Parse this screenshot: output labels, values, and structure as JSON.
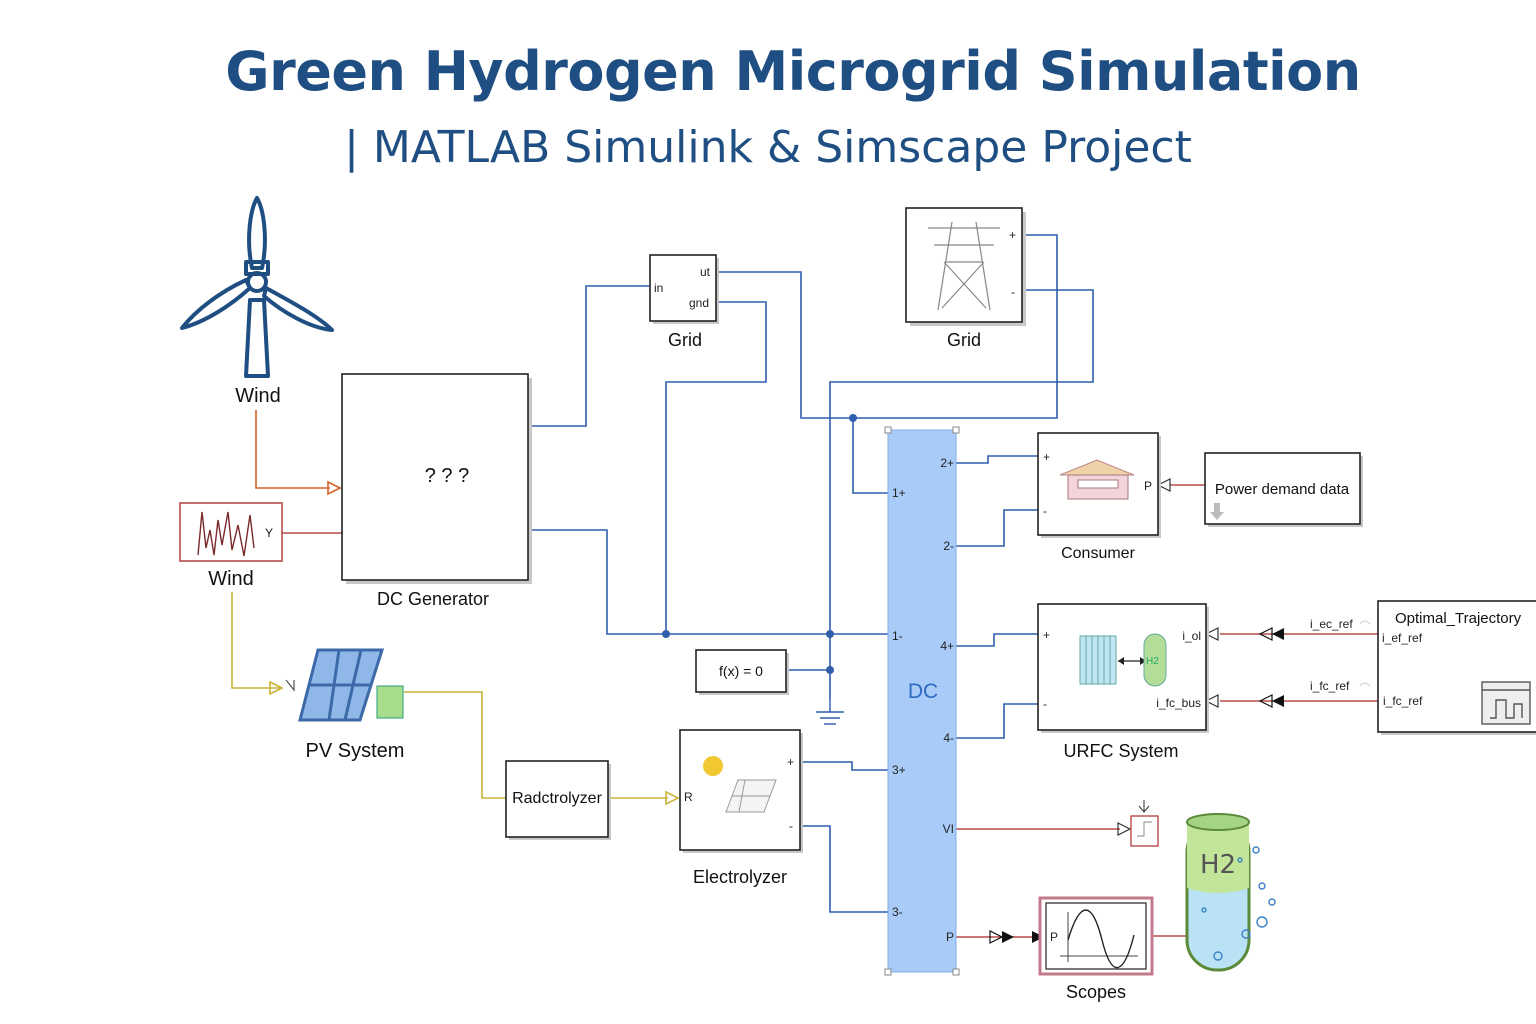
{
  "header": {
    "title": "Green Hydrogen Microgrid Simulation",
    "subtitle": "| MATLAB Simulink & Simscape Project"
  },
  "blocks": {
    "wind_turbine": {
      "label": "Wind"
    },
    "wind_source": {
      "label": "Wind",
      "port_y": "Y"
    },
    "dc_generator": {
      "label": "DC Generator",
      "content": "? ? ?"
    },
    "grid_small": {
      "label": "Grid",
      "port_in": "in",
      "port_out": "ut",
      "port_gnd": "gnd"
    },
    "grid_tower": {
      "label": "Grid",
      "port_plus": "+",
      "port_minus": "-"
    },
    "consumer": {
      "label": "Consumer",
      "port_plus": "+",
      "port_minus": "-",
      "port_p": "P"
    },
    "power_demand": {
      "label": "Power demand data"
    },
    "dc_bus": {
      "label": "DC",
      "ports": [
        "1+",
        "1-",
        "2+",
        "2-",
        "3+",
        "3-",
        "4+",
        "4-",
        "VI",
        "P"
      ]
    },
    "solver": {
      "label": "f(x) = 0"
    },
    "pv_system": {
      "label": "PV System"
    },
    "radctrolyzer": {
      "label": "Radctrolyzer"
    },
    "electrolyzer": {
      "label": "Electrolyzer",
      "port_r": "R",
      "port_plus": "+",
      "port_minus": "-"
    },
    "urfc": {
      "label": "URFC System",
      "port_plus": "+",
      "port_minus": "-",
      "port_iol": "i_ol",
      "port_ifcbus": "i_fc_bus",
      "tag_ecref": "i_ec_ref",
      "tag_fcref": "i_fc_ref",
      "h2": "H2"
    },
    "optimal_trajectory": {
      "label": "Optimal_Trajectory",
      "port_efref": "i_ef_ref",
      "port_fcref": "i_fc_ref"
    },
    "scopes": {
      "label": "Scopes",
      "port_p": "P"
    },
    "h2_tank": {
      "label": "H2"
    }
  },
  "colors": {
    "title": "#1f4e82",
    "bus": "#a8cbf7",
    "wire_electrical": "#2f5fae",
    "wire_signal": "#b94a4a",
    "wire_wind": "#d4622a",
    "wire_pv": "#c8b43a"
  }
}
